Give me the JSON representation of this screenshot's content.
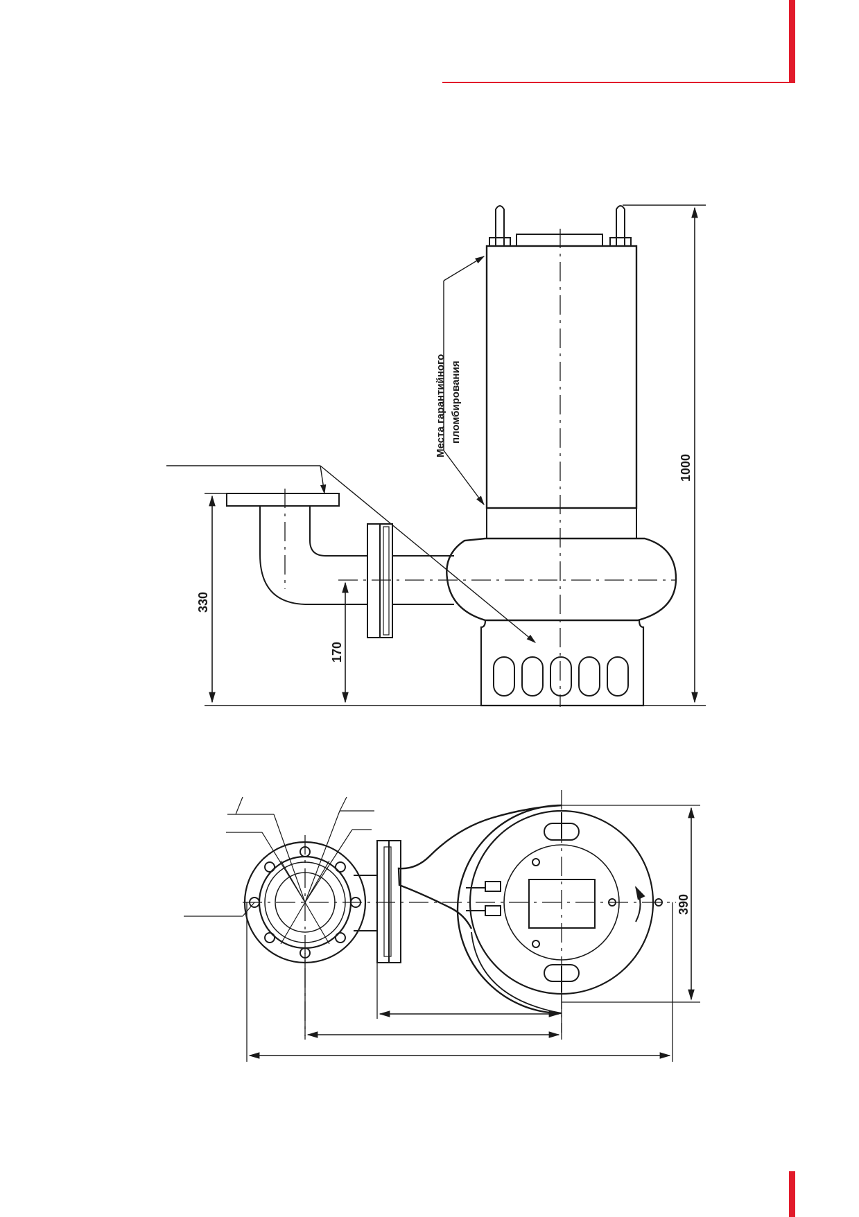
{
  "colors": {
    "accent": "#e21b2b",
    "ink": "#1a1a1a"
  },
  "side_view": {
    "seal_label_line1": "Места гарантийного",
    "seal_label_line2": "пломбирования",
    "dim_height_total": "1000",
    "dim_outlet_height": "330",
    "dim_inlet_height": "170"
  },
  "top_view": {
    "dim_width": "390"
  }
}
